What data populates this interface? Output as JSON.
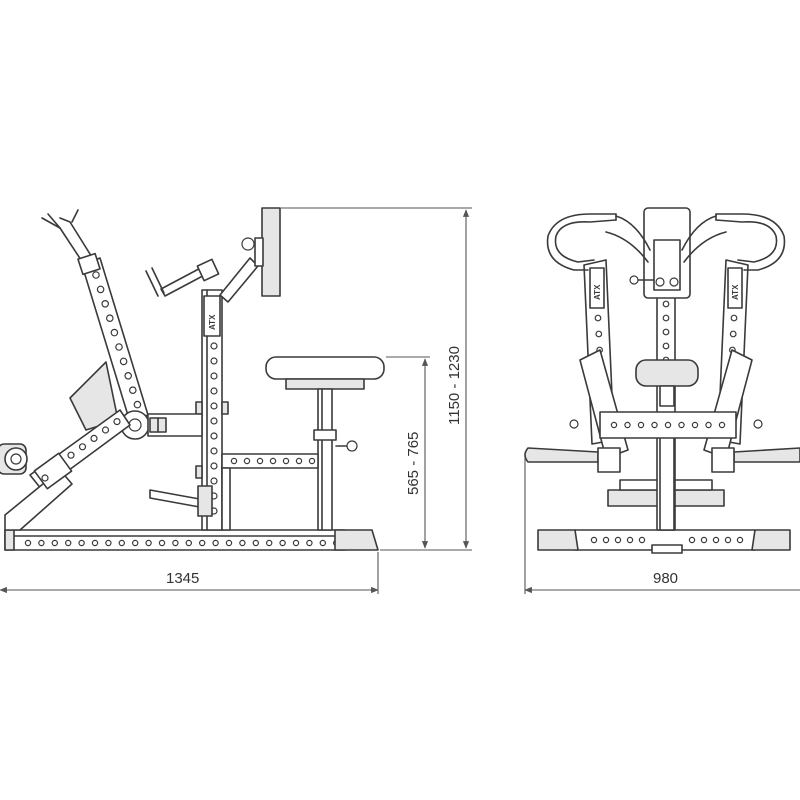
{
  "dimensions": {
    "length": "1345",
    "width": "980",
    "height": "1150 - 1230",
    "seat_height": "565 - 765"
  },
  "brand": {
    "logo": "ATX"
  },
  "colors": {
    "line": "#3a3a3a",
    "background": "#ffffff"
  }
}
